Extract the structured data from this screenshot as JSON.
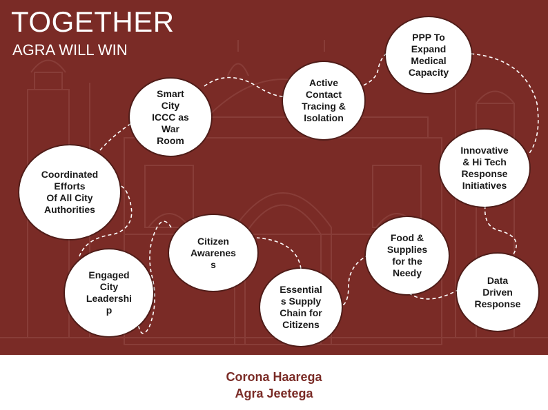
{
  "header": {
    "title": "TOGETHER",
    "subtitle": "AGRA WILL WIN"
  },
  "nodes": [
    {
      "id": "coordinated",
      "label": "Coordinated\nEfforts\nOf All City\nAuthorities"
    },
    {
      "id": "smart-city",
      "label": "Smart\nCity\nICCC as\nWar\nRoom"
    },
    {
      "id": "contact-tracing",
      "label": "Active\nContact\nTracing &\nIsolation"
    },
    {
      "id": "ppp",
      "label": "PPP To\nExpand\nMedical\nCapacity"
    },
    {
      "id": "innovative",
      "label": "Innovative\n& Hi Tech\nResponse\nInitiatives"
    },
    {
      "id": "data-driven",
      "label": "Data\nDriven\nResponse"
    },
    {
      "id": "food-supplies",
      "label": "Food &\nSupplies\nfor the\nNeedy"
    },
    {
      "id": "supply-chain",
      "label": "Essential\ns Supply\nChain for\nCitizens"
    },
    {
      "id": "citizen-awareness",
      "label": "Citizen\nAwarenes\ns"
    },
    {
      "id": "engaged-leadership",
      "label": "Engaged\nCity\nLeadershi\np"
    }
  ],
  "footer": {
    "line1": "Corona Haarega",
    "line2": "Agra Jeetega"
  },
  "colors": {
    "banner": "#7a2b26",
    "footer_text": "#7a2b26",
    "node_fill": "#ffffff",
    "connector": "#ffffff"
  }
}
